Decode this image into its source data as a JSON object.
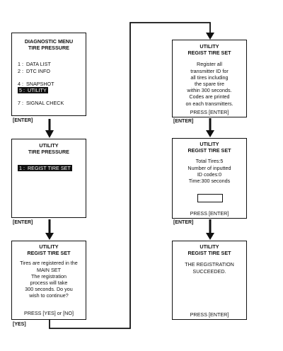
{
  "screens": {
    "s1": {
      "lines": [
        "DIAGNOSTIC MENU",
        "TIRE PRESSURE"
      ],
      "menu": [
        "1 :  DATA LIST",
        "2 :  DTC INFO",
        "4 :  SNAPSHOT",
        "5 :  UTILITY",
        "7 :  SIGNAL CHECK"
      ]
    },
    "s2": {
      "lines": [
        "UTILITY",
        "TIRE PRESSURE"
      ],
      "selected": "1 :  REGIST TIRE SET"
    },
    "s3": {
      "lines": [
        "UTILITY",
        "REGIST TIRE SET",
        "Tires are registered in the",
        "MAIN SET",
        "The registration",
        "process will take",
        "300 seconds. Do you",
        "wish to continue?"
      ],
      "footer": "PRESS [YES] or [NO]"
    },
    "s4": {
      "lines": [
        "UTILITY",
        "REGIST TIRE SET",
        "Register all",
        "transmitter ID for",
        "all tires including",
        "the spare tire",
        "within 300 seconds.",
        "Codes are printed",
        "on each transmitters."
      ],
      "footer": "PRESS [ENTER]"
    },
    "s5": {
      "lines": [
        "UTILITY",
        "REGIST TIRE SET",
        "Total Tires:5",
        "Number of inputted",
        "ID codes:0",
        "Time:300 seconds"
      ],
      "footer": "PRESS [ENTER]"
    },
    "s6": {
      "lines": [
        "UTILITY",
        "REGIST TIRE SET",
        "THE REGISTRATION",
        "SUCCEEDED."
      ],
      "footer": "PRESS [ENTER]"
    }
  },
  "labels": [
    "[ENTER]",
    "[ENTER]",
    "[YES]",
    "[ENTER]",
    "[ENTER]"
  ]
}
